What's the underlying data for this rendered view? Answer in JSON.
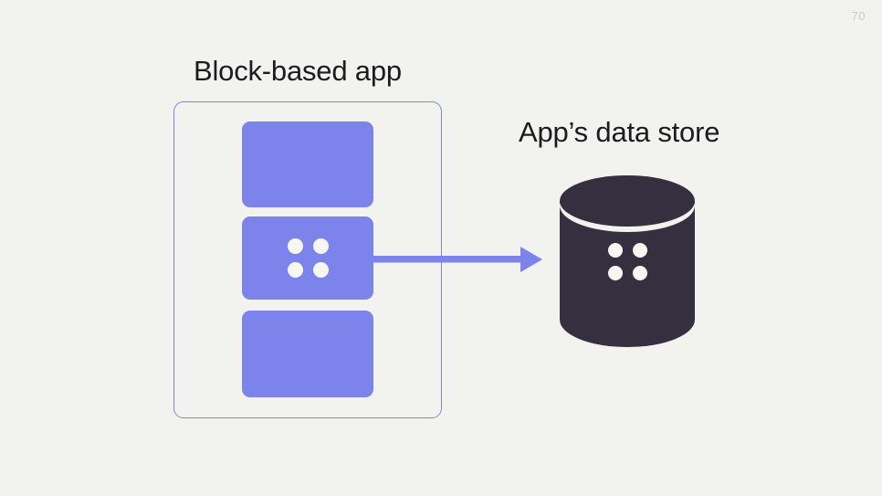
{
  "slide": {
    "page_number": "70",
    "background_color": "#f2f3ee",
    "accent_color": "#7c83ea",
    "border_color": "#8086e0",
    "datastore_color": "#343040",
    "text_color": "#1b1b22"
  },
  "app": {
    "heading": "Block-based app",
    "blocks": [
      {
        "name": "block-plain-top",
        "has_dots": false
      },
      {
        "name": "block-with-dots",
        "has_dots": true,
        "dot_count": 4
      },
      {
        "name": "block-plain-bottom",
        "has_dots": false
      }
    ]
  },
  "datastore": {
    "heading": "App’s data store",
    "icon": "cylinder-database-icon",
    "dot_count": 4
  },
  "connection": {
    "name": "data-flow-arrow",
    "from": "block-with-dots",
    "to": "app-data-store",
    "direction": "right"
  },
  "icons": {
    "dot": "dot-icon",
    "arrow": "arrow-right-icon",
    "cylinder": "cylinder-icon"
  }
}
